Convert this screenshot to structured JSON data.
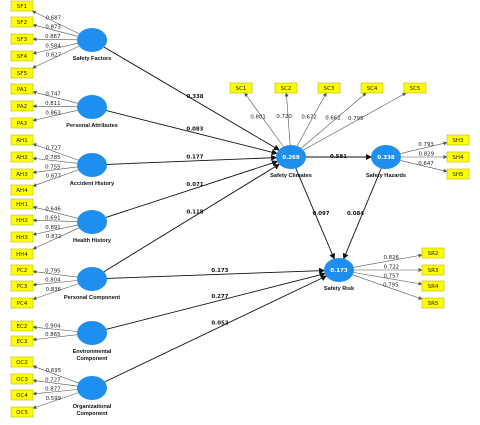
{
  "latents": [
    {
      "id": "SF",
      "label_lines": [
        "Safety Factors"
      ],
      "value": ""
    },
    {
      "id": "PA",
      "label_lines": [
        "Personal Attributes"
      ],
      "value": ""
    },
    {
      "id": "AH",
      "label_lines": [
        "Accident History"
      ],
      "value": ""
    },
    {
      "id": "HH",
      "label_lines": [
        "Health History"
      ],
      "value": ""
    },
    {
      "id": "PC",
      "label_lines": [
        "Personal Component"
      ],
      "value": ""
    },
    {
      "id": "EC",
      "label_lines": [
        "Environmental",
        "Component"
      ],
      "value": ""
    },
    {
      "id": "OC",
      "label_lines": [
        "Organizational",
        "Component"
      ],
      "value": ""
    },
    {
      "id": "SCL",
      "label_lines": [
        "Safety Climates"
      ],
      "value": "0.269"
    },
    {
      "id": "SH",
      "label_lines": [
        "Safety Hazards"
      ],
      "value": "0.338"
    },
    {
      "id": "SR",
      "label_lines": [
        "Safety Risk"
      ],
      "value": "0.173"
    }
  ],
  "indicators": [
    {
      "latent": "SF",
      "items": [
        {
          "label": "SF1",
          "loading": "0.687"
        },
        {
          "label": "SF2",
          "loading": "0.873"
        },
        {
          "label": "SF3",
          "loading": "0.867"
        },
        {
          "label": "SF4",
          "loading": "0.584"
        },
        {
          "label": "SF5",
          "loading": "0.627"
        }
      ]
    },
    {
      "latent": "PA",
      "items": [
        {
          "label": "PA1",
          "loading": "0.747"
        },
        {
          "label": "PA2",
          "loading": "0.811"
        },
        {
          "label": "PA3",
          "loading": "0.863"
        }
      ]
    },
    {
      "latent": "AH",
      "items": [
        {
          "label": "AH1",
          "loading": "0.727"
        },
        {
          "label": "AH2",
          "loading": "0.785"
        },
        {
          "label": "AH3",
          "loading": "0.755"
        },
        {
          "label": "AH4",
          "loading": "0.677"
        }
      ]
    },
    {
      "latent": "HH",
      "items": [
        {
          "label": "HH1",
          "loading": "0.646"
        },
        {
          "label": "HH2",
          "loading": "0.691"
        },
        {
          "label": "HH3",
          "loading": "0.891"
        },
        {
          "label": "HH4",
          "loading": "0.872"
        }
      ]
    },
    {
      "latent": "PC",
      "items": [
        {
          "label": "PC2",
          "loading": "0.795"
        },
        {
          "label": "PC3",
          "loading": "0.804"
        },
        {
          "label": "PC4",
          "loading": "0.836"
        }
      ]
    },
    {
      "latent": "EC",
      "items": [
        {
          "label": "EC2",
          "loading": "0.904"
        },
        {
          "label": "EC3",
          "loading": "0.865"
        }
      ]
    },
    {
      "latent": "OC",
      "items": [
        {
          "label": "OC2",
          "loading": "0.695"
        },
        {
          "label": "OC3",
          "loading": "0.727"
        },
        {
          "label": "OC4",
          "loading": "0.877"
        },
        {
          "label": "OC5",
          "loading": "0.599"
        }
      ]
    },
    {
      "latent": "SCL",
      "items": [
        {
          "label": "SC1",
          "loading": "0.801"
        },
        {
          "label": "SC2",
          "loading": "0.720"
        },
        {
          "label": "SC3",
          "loading": "0.672"
        },
        {
          "label": "SC4",
          "loading": "0.662"
        },
        {
          "label": "SC5",
          "loading": "0.795"
        }
      ]
    },
    {
      "latent": "SH",
      "items": [
        {
          "label": "SH3",
          "loading": "0.793"
        },
        {
          "label": "SH4",
          "loading": "0.829"
        },
        {
          "label": "SH5",
          "loading": "0.647"
        }
      ]
    },
    {
      "latent": "SR",
      "items": [
        {
          "label": "SR2",
          "loading": "0.826"
        },
        {
          "label": "SR3",
          "loading": "0.722"
        },
        {
          "label": "SR4",
          "loading": "0.757"
        },
        {
          "label": "SR5",
          "loading": "0.795"
        }
      ]
    }
  ],
  "paths": [
    {
      "from": "SF",
      "to": "SCL",
      "coef": "0.338"
    },
    {
      "from": "PA",
      "to": "SCL",
      "coef": "0.083"
    },
    {
      "from": "AH",
      "to": "SCL",
      "coef": "0.177"
    },
    {
      "from": "HH",
      "to": "SCL",
      "coef": "0.071"
    },
    {
      "from": "PC",
      "to": "SCL",
      "coef": "0.118"
    },
    {
      "from": "PC",
      "to": "SR",
      "coef": "0.173"
    },
    {
      "from": "EC",
      "to": "SR",
      "coef": "0.277"
    },
    {
      "from": "OC",
      "to": "SR",
      "coef": "0.052"
    },
    {
      "from": "SCL",
      "to": "SH",
      "coef": "0.581"
    },
    {
      "from": "SCL",
      "to": "SR",
      "coef": "0.097"
    },
    {
      "from": "SH",
      "to": "SR",
      "coef": "0.084"
    }
  ],
  "colors": {
    "latent_fill": "#1e8fef",
    "indicator_fill": "#ffff00"
  }
}
